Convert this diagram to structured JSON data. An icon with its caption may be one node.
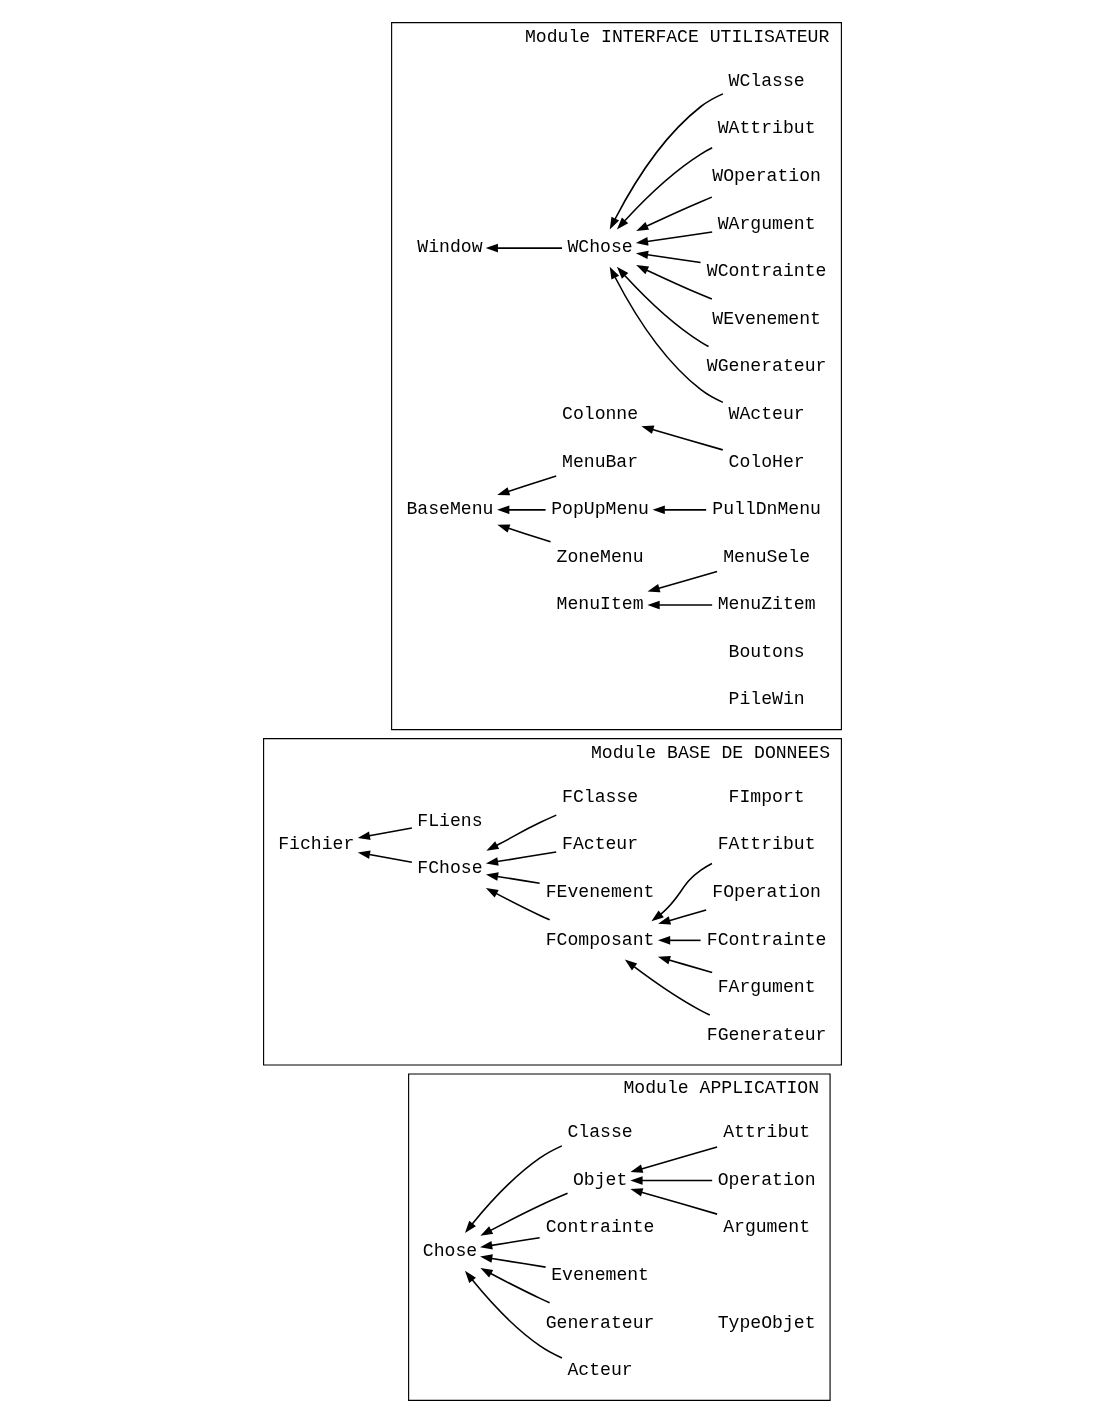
{
  "diagram": {
    "nodes": [
      {
        "text": [
          "Module APPLICATION"
        ]
      },
      {
        "text": [
          "Chose"
        ],
        "in": 0
      },
      {
        "text": [
          "Classe"
        ],
        "in": 0
      },
      {
        "text": [
          "Objet"
        ],
        "in": 0
      },
      {
        "text": [
          "Attribut"
        ],
        "in": 0
      },
      {
        "text": [
          "Operation"
        ],
        "in": 0
      },
      {
        "text": [
          "Argument"
        ],
        "in": 0
      },
      {
        "text": [
          "Contrainte"
        ],
        "in": 0
      },
      {
        "text": [
          "Evenement"
        ],
        "in": 0
      },
      {
        "text": [
          "Generateur"
        ],
        "in": 0
      },
      {
        "text": [
          "Acteur"
        ],
        "in": 0
      },
      {
        "text": [
          "TypeObjet"
        ],
        "in": 0
      },
      {
        "text": [
          "Module BASE DE DONNEES"
        ]
      },
      {
        "text": [
          "Fichier"
        ],
        "in": 12
      },
      {
        "text": [
          "FImport"
        ],
        "in": 12
      },
      {
        "text": [
          "FLiens"
        ],
        "in": 12
      },
      {
        "text": [
          "FChose"
        ],
        "in": 12
      },
      {
        "text": [
          "FClasse"
        ],
        "in": 12
      },
      {
        "text": [
          "FActeur"
        ],
        "in": 12
      },
      {
        "text": [
          "FEvenement"
        ],
        "in": 12
      },
      {
        "text": [
          "FComposant"
        ],
        "in": 12
      },
      {
        "text": [
          "FAttribut"
        ],
        "in": 12
      },
      {
        "text": [
          "FOperation"
        ],
        "in": 12
      },
      {
        "text": [
          "FContrainte"
        ],
        "in": 12
      },
      {
        "text": [
          "FArgument"
        ],
        "in": 12
      },
      {
        "text": [
          "FGenerateur"
        ],
        "in": 12
      },
      {
        "text": [
          "Module INTERFACE UTILISATEUR"
        ]
      },
      {
        "text": [
          "Window"
        ],
        "in": 26
      },
      {
        "text": [
          "WChose"
        ],
        "in": 26
      },
      {
        "text": [
          "WClasse"
        ],
        "in": 26
      },
      {
        "text": [
          "WAttribut"
        ],
        "in": 26
      },
      {
        "text": [
          "WOperation"
        ],
        "in": 26
      },
      {
        "text": [
          "WArgument"
        ],
        "in": 26
      },
      {
        "text": [
          "WContrainte"
        ],
        "in": 26
      },
      {
        "text": [
          "WEvenement"
        ],
        "in": 26
      },
      {
        "text": [
          "WGenerateur"
        ],
        "in": 26
      },
      {
        "text": [
          "WActeur"
        ],
        "in": 26
      },
      {
        "text": [
          "Colonne"
        ],
        "in": 26
      },
      {
        "text": [
          "ColoHer"
        ],
        "in": 26
      },
      {
        "text": [
          "BaseMenu"
        ],
        "in": 26
      },
      {
        "text": [
          "MenuBar"
        ],
        "in": 26
      },
      {
        "text": [
          "PopUpMenu"
        ],
        "in": 26
      },
      {
        "text": [
          "PullDnMenu"
        ],
        "in": 26
      },
      {
        "text": [
          "ZoneMenu"
        ],
        "in": 26
      },
      {
        "text": [
          "MenuItem"
        ],
        "in": 26
      },
      {
        "text": [
          "MenuSele"
        ],
        "in": 26
      },
      {
        "text": [
          "MenuZitem"
        ],
        "in": 26
      },
      {
        "text": [
          "Boutons"
        ],
        "in": 26
      },
      {
        "text": [
          "PileWin"
        ],
        "in": 26
      }
    ],
    "edges": [
      {
        "from": 2,
        "to": 1,
        "arrow": "to"
      },
      {
        "from": 3,
        "to": 1,
        "arrow": "to"
      },
      {
        "from": 4,
        "to": 3,
        "arrow": "to"
      },
      {
        "from": 5,
        "to": 3,
        "arrow": "to"
      },
      {
        "from": 6,
        "to": 3,
        "arrow": "to"
      },
      {
        "from": 7,
        "to": 1,
        "arrow": "to"
      },
      {
        "from": 8,
        "to": 1,
        "arrow": "to"
      },
      {
        "from": 9,
        "to": 1,
        "arrow": "to"
      },
      {
        "from": 10,
        "to": 1,
        "arrow": "to"
      },
      {
        "from": 15,
        "to": 13,
        "arrow": "to"
      },
      {
        "from": 16,
        "to": 13,
        "arrow": "to"
      },
      {
        "from": 17,
        "to": 16,
        "arrow": "to"
      },
      {
        "from": 18,
        "to": 16,
        "arrow": "to"
      },
      {
        "from": 19,
        "to": 16,
        "arrow": "to"
      },
      {
        "from": 20,
        "to": 16,
        "arrow": "to"
      },
      {
        "from": 21,
        "to": 20,
        "arrow": "to"
      },
      {
        "from": 22,
        "to": 20,
        "arrow": "to"
      },
      {
        "from": 23,
        "to": 20,
        "arrow": "to"
      },
      {
        "from": 24,
        "to": 20,
        "arrow": "to"
      },
      {
        "from": 25,
        "to": 20,
        "arrow": "to"
      },
      {
        "from": 28,
        "to": 27,
        "arrow": "to"
      },
      {
        "from": 29,
        "to": 28,
        "arrow": "to"
      },
      {
        "from": 30,
        "to": 28,
        "arrow": "to"
      },
      {
        "from": 31,
        "to": 28,
        "arrow": "to"
      },
      {
        "from": 32,
        "to": 28,
        "arrow": "to"
      },
      {
        "from": 33,
        "to": 28,
        "arrow": "to"
      },
      {
        "from": 34,
        "to": 28,
        "arrow": "to"
      },
      {
        "from": 35,
        "to": 28,
        "arrow": "to"
      },
      {
        "from": 36,
        "to": 28,
        "arrow": "to"
      },
      {
        "from": 38,
        "to": 37,
        "arrow": "to"
      },
      {
        "from": 40,
        "to": 39,
        "arrow": "to"
      },
      {
        "from": 41,
        "to": 39,
        "arrow": "to"
      },
      {
        "from": 42,
        "to": 41,
        "arrow": "to"
      },
      {
        "from": 43,
        "to": 39,
        "arrow": "to"
      },
      {
        "from": 45,
        "to": 44,
        "arrow": "to"
      },
      {
        "from": 46,
        "to": 44,
        "arrow": "to"
      }
    ]
  }
}
